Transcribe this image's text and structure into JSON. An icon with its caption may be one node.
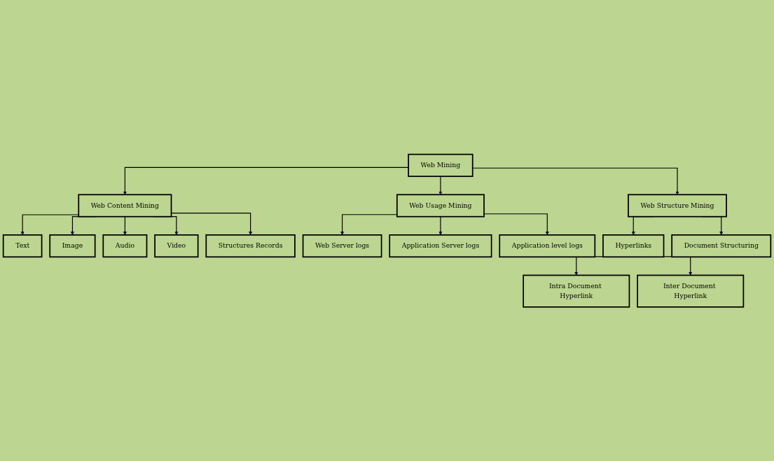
{
  "diagram": {
    "nodes": [
      {
        "text": [
          "Web Mining"
        ]
      },
      {
        "text": [
          "Web Content Mining"
        ]
      },
      {
        "text": [
          "Web Structure Mining"
        ]
      },
      {
        "text": [
          "Web Usage Mining"
        ]
      },
      {
        "text": [
          "Text"
        ]
      },
      {
        "text": [
          "Image"
        ]
      },
      {
        "text": [
          "Audio"
        ]
      },
      {
        "text": [
          "Video"
        ]
      },
      {
        "text": [
          "Structures Records"
        ]
      },
      {
        "text": [
          "Web Server logs"
        ]
      },
      {
        "text": [
          "Application Server logs"
        ]
      },
      {
        "text": [
          "Application level logs"
        ]
      },
      {
        "text": [
          "Hyperlinks"
        ]
      },
      {
        "text": [
          "Document Structuring"
        ]
      },
      {
        "text": [
          "Intra Document Hyperlink"
        ]
      },
      {
        "text": [
          "Inter Document Hyperlink"
        ]
      }
    ],
    "edges": [
      {
        "from": 0,
        "to": 1,
        "arrow": "to"
      },
      {
        "from": 0,
        "to": 2,
        "arrow": "to"
      },
      {
        "from": 0,
        "to": 3,
        "arrow": "to"
      },
      {
        "from": 1,
        "to": 4,
        "arrow": "to"
      },
      {
        "from": 1,
        "to": 5,
        "arrow": "to"
      },
      {
        "from": 1,
        "to": 6,
        "arrow": "to"
      },
      {
        "from": 1,
        "to": 7,
        "arrow": "to"
      },
      {
        "from": 1,
        "to": 8,
        "arrow": "to"
      },
      {
        "from": 3,
        "to": 9,
        "arrow": "to"
      },
      {
        "from": 3,
        "to": 10,
        "arrow": "to"
      },
      {
        "from": 3,
        "to": 11,
        "arrow": "to"
      },
      {
        "from": 2,
        "to": 12,
        "arrow": "to"
      },
      {
        "from": 2,
        "to": 13,
        "arrow": "to"
      },
      {
        "from": 12,
        "to": 14,
        "arrow": "to"
      },
      {
        "from": 12,
        "to": 15,
        "arrow": "to"
      }
    ]
  }
}
